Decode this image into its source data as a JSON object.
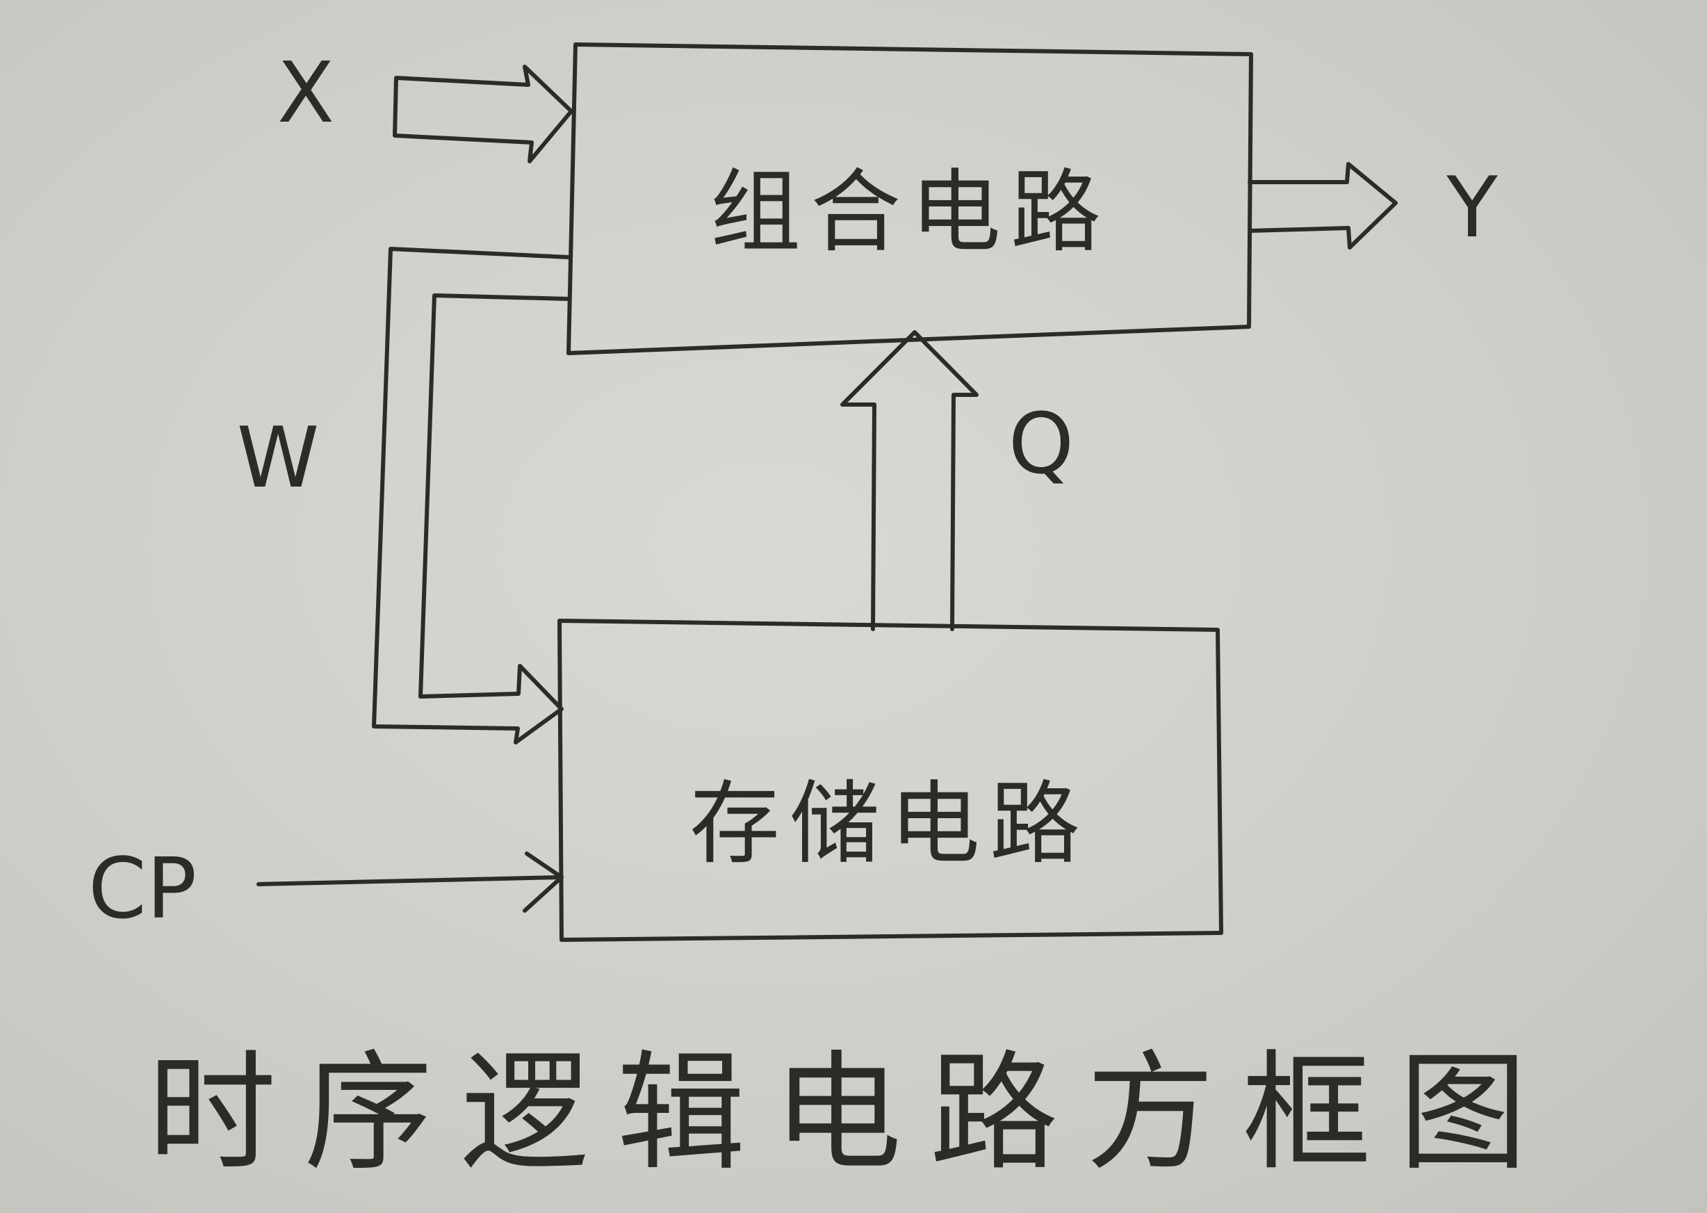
{
  "blocks": {
    "combinational": "组合电路",
    "storage": "存储电路"
  },
  "signals": {
    "input": "X",
    "output": "Y",
    "feedback": "W",
    "state": "Q",
    "clock": "CP"
  },
  "caption": "时序逻辑电路方框图"
}
